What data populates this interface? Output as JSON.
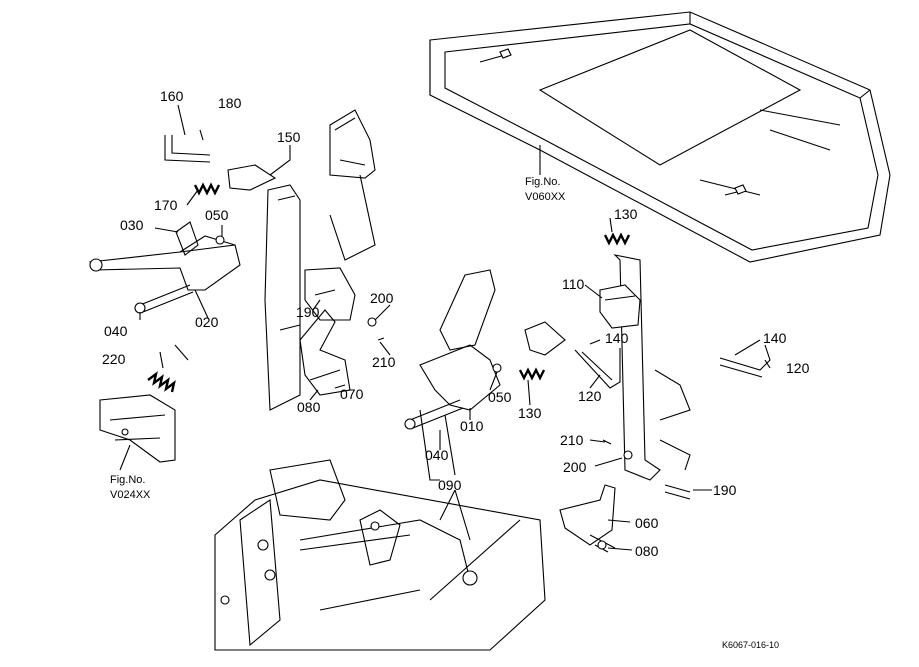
{
  "labels": {
    "p160": "160",
    "p180": "180",
    "p150": "150",
    "p170": "170",
    "p030": "030",
    "p050a": "050",
    "p040a": "040",
    "p020": "020",
    "p190a": "190",
    "p200a": "200",
    "p210a": "210",
    "p220": "220",
    "p080a": "080",
    "p070": "070",
    "p130a": "130",
    "p110": "110",
    "p140a": "140",
    "p140b": "140",
    "p120a": "120",
    "p120b": "120",
    "p050b": "050",
    "p130b": "130",
    "p010": "010",
    "p040b": "040",
    "p210b": "210",
    "p200b": "200",
    "p190b": "190",
    "p090": "090",
    "p060": "060",
    "p080b": "080"
  },
  "references": {
    "fig_prefix": "Fig.No.",
    "ref1": "V060XX",
    "ref2": "V024XX"
  },
  "drawing_code": "K6067-016-10"
}
